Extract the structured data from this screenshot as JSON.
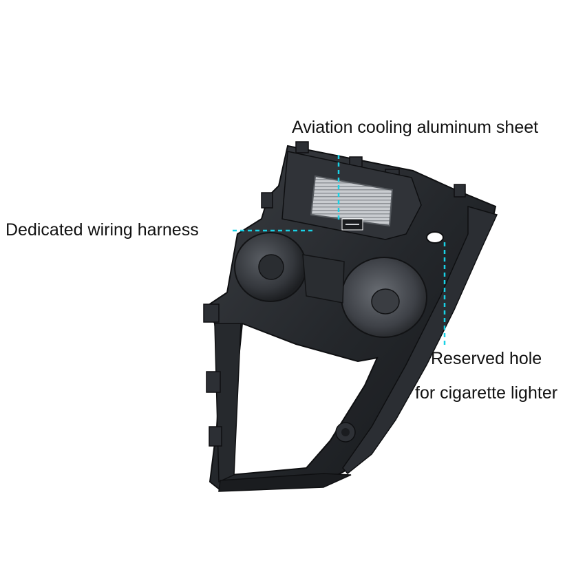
{
  "callouts": {
    "aviation_sheet": "Aviation cooling aluminum sheet",
    "wiring_harness": "Dedicated wiring harness",
    "reserved_hole_line1": "Reserved hole",
    "reserved_hole_line2": "for cigarette lighter"
  },
  "colors": {
    "leader_line": "#19d2e6",
    "part_body": "#1c1e21",
    "background": "#ffffff"
  }
}
